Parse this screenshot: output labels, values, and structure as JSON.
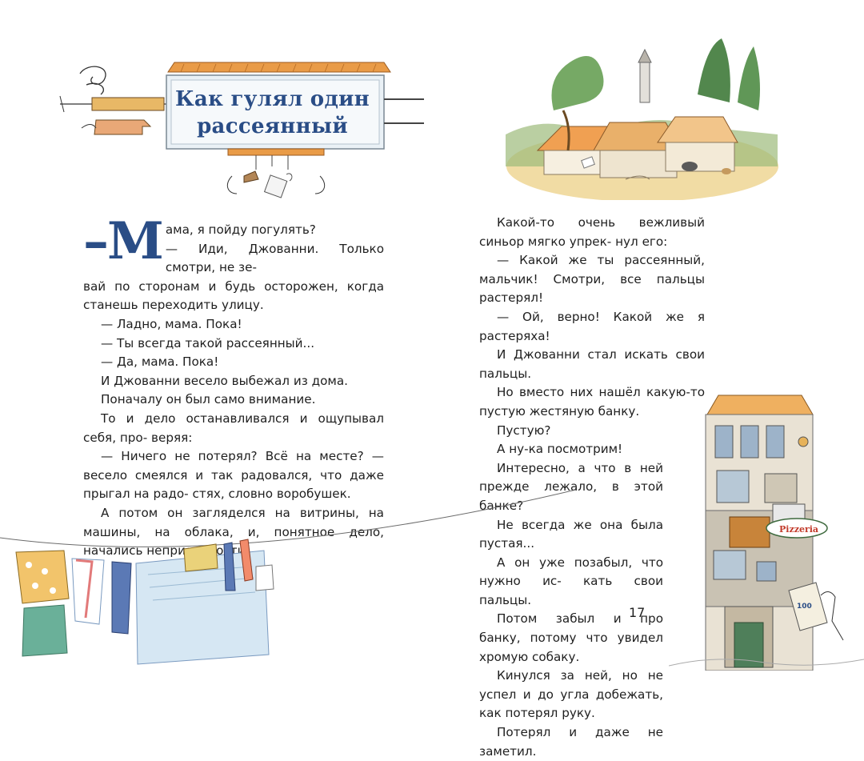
{
  "title": {
    "line1": "Как гулял один",
    "line2": "рассеянный"
  },
  "left_page": {
    "dropcap_dash": "–",
    "dropcap_letter": "М",
    "lead_first": "ама, я пойду погулять?",
    "lead_second": "— Иди, Джованни. Только смотри, не зе-",
    "lead_cont": "вай по сторонам и будь осторожен, когда станешь переходить улицу.",
    "paragraphs": [
      "— Ладно, мама. Пока!",
      "— Ты всегда такой рассеянный...",
      "— Да, мама. Пока!",
      "И Джованни весело выбежал из дома.",
      "Поначалу он был само внимание.",
      "То и дело останавливался и ощупывал себя, про- веряя:",
      "— Ничего не потерял? Всё на месте? — весело смеялся и так радовался, что даже прыгал на радо- стях, словно воробушек.",
      "А потом он загляделся на витрины, на машины, на облака, и, понятное дело, начались неприят- ности."
    ]
  },
  "right_page": {
    "paragraphs": [
      "Какой-то очень вежливый синьор мягко упрек- нул его:",
      "— Какой же ты рассеянный, мальчик! Смотри, все пальцы растерял!",
      "— Ой, верно! Какой же я растеряха!",
      "И Джованни стал искать свои пальцы.",
      "Но вместо них нашёл какую-то пустую жестяную банку.",
      "Пустую?",
      "А ну-ка посмотрим!"
    ],
    "narrow_paragraphs": [
      "Интересно, а что в ней прежде лежало, в этой банке?",
      "Не всегда же она была пустая...",
      "А он уже позабыл, что нужно ис- кать свои пальцы.",
      "Потом забыл и про банку, потому что увидел хромую собаку.",
      "Кинулся за ней, но не успел и до угла добежать, как потерял руку.",
      "Потерял и даже не заметил."
    ]
  },
  "page_number": "17",
  "illustrations": {
    "shop_sign": "Pizzeria",
    "price_sign": "100"
  }
}
